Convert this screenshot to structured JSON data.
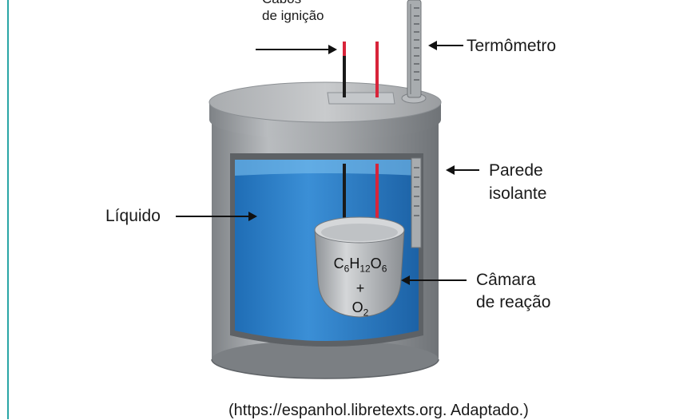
{
  "labels": {
    "ignition_line1": "Cabos",
    "ignition_line2": "de ignição",
    "thermometer": "Termômetro",
    "wall_line1": "Parede",
    "wall_line2": "isolante",
    "liquid": "Líquido",
    "chamber_line1": "Câmara",
    "chamber_line2": "de reação"
  },
  "formula": {
    "reactant1": {
      "parts": [
        "C",
        "6",
        "H",
        "12",
        "O",
        "6"
      ]
    },
    "plus": "+",
    "reactant2": {
      "parts": [
        "O",
        "2"
      ]
    }
  },
  "source": "(https://espanhol.libretexts.org. Adaptado.)",
  "colors": {
    "frame": "#2aa6a6",
    "metal": "#9ea2a6",
    "liquid": "#2d7fc8",
    "red_wire": "#d8243a",
    "black_wire": "#1a1a1a"
  }
}
